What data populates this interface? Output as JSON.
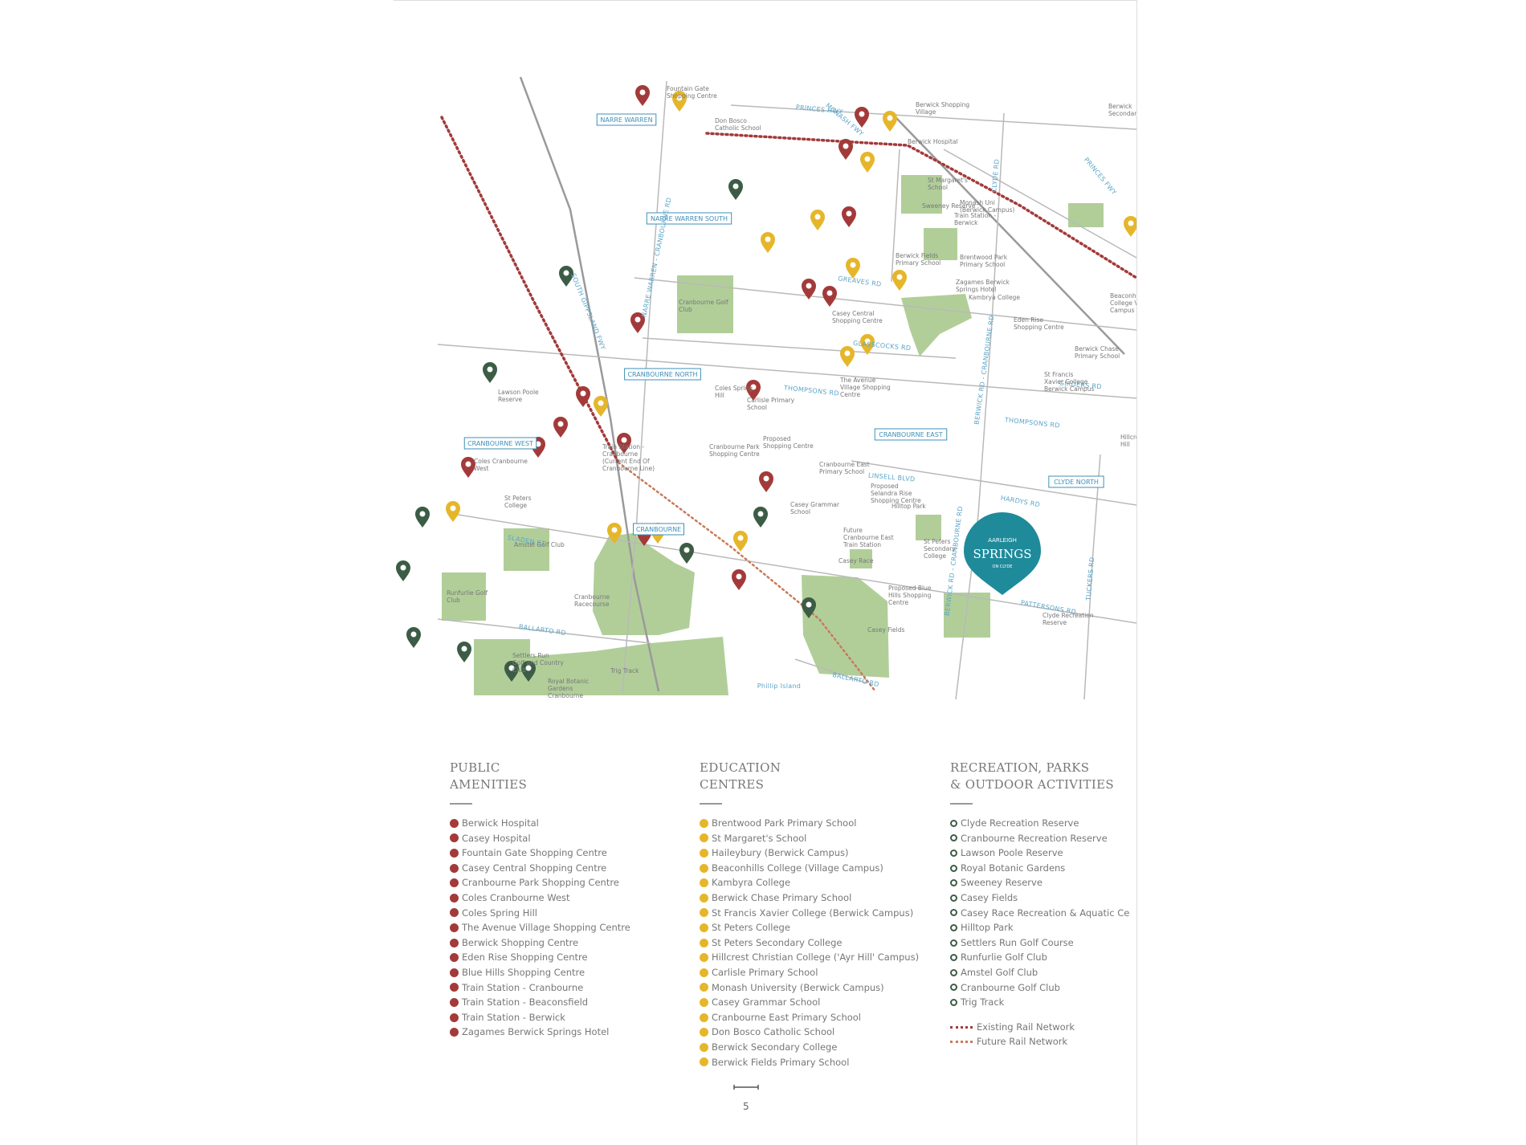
{
  "map": {
    "suburbs": [
      "NARRE WARREN",
      "NARRE WARREN SOUTH",
      "CRANBOURNE NORTH",
      "CRANBOURNE WEST",
      "CRANBOURNE",
      "CRANBOURNE EAST",
      "CLYDE NORTH"
    ],
    "roads": [
      "PRINCES HWY",
      "MONASH FWY",
      "PRINCES FWY",
      "GREAVES RD",
      "GLASSCOCKS RD",
      "THOMPSONS RD",
      "THOMPSONS RD",
      "SOUTH GIPPSLAND FWY",
      "NARRE WARREN - CRANBOURNE RD",
      "BERWICK RD - CRANBOURNE RD",
      "BERWICK RD - CRANBOURNE RD",
      "SLADEN ST",
      "BALLARTO RD",
      "BALLARTO RD",
      "LINSELL BLVD",
      "HARDYS RD",
      "PATTERSONS RD",
      "TUCKERS RD",
      "GIRDERS RD",
      "CLYDE RD",
      "Phillip Island"
    ],
    "labels": [
      "Fountain Gate Shopping Centre",
      "Don Bosco Catholic School",
      "Berwick Shopping Village",
      "Berwick Secondary",
      "Berwick Hospital",
      "St Margaret's School",
      "Sweeney Reserve",
      "Monash Uni (Berwick Campus)",
      "Train Station - Berwick",
      "Berwick Fields Primary School",
      "Brentwood Park Primary School",
      "Zagames Berwick Springs Hotel",
      "Kambrya College",
      "Beaconhills College Village Campus",
      "Cranbourne Golf Club",
      "Casey Central Shopping Centre",
      "Eden Rise Shopping Centre",
      "Berwick Chase Primary School",
      "St Francis Xavier College Berwick Campus",
      "The Avenue Village Shopping Centre",
      "Lawson Poole Reserve",
      "Coles Spring Hill",
      "Carlisle Primary School",
      "Cranbourne Park Shopping Centre",
      "Train Station - Cranbourne (Current End Of Cranbourne Line)",
      "Proposed Shopping Centre",
      "Cranbourne East Primary School",
      "Proposed Selandra Rise Shopping Centre",
      "Coles Cranbourne West",
      "St Peters College",
      "Casey Grammar School",
      "Hilltop Park",
      "Future Cranbourne East Train Station",
      "St Peters Secondary College",
      "Amstel Golf Club",
      "Casey Race",
      "Runfurlie Golf Club",
      "Cranbourne Racecourse",
      "Proposed Blue Hills Shopping Centre",
      "Clyde Recreation Reserve",
      "Casey Fields",
      "Settlers Run Golf and Country Club",
      "Royal Botanic Gardens Cranbourne",
      "Trig Track",
      "Hillcrest Ayr Hill"
    ],
    "badge": {
      "top": "AARLEIGH",
      "mid": "SPRINGS",
      "bot": "ON CLYDE"
    }
  },
  "legend": {
    "public": {
      "title": "PUBLIC\nAMENITIES",
      "items": [
        "Berwick Hospital",
        "Casey Hospital",
        "Fountain Gate Shopping Centre",
        "Casey Central Shopping Centre",
        "Cranbourne Park Shopping Centre",
        "Coles Cranbourne West",
        "Coles Spring Hill",
        "The Avenue Village Shopping Centre",
        "Berwick Shopping Centre",
        "Eden Rise Shopping Centre",
        "Blue Hills Shopping Centre",
        "Train Station - Cranbourne",
        "Train Station - Beaconsfield",
        "Train Station - Berwick",
        "Zagames Berwick Springs Hotel"
      ]
    },
    "education": {
      "title": "EDUCATION\nCENTRES",
      "items": [
        "Brentwood Park Primary School",
        "St Margaret's School",
        "Haileybury (Berwick Campus)",
        "Beaconhills College (Village Campus)",
        "Kambyra College",
        "Berwick Chase Primary School",
        "St Francis Xavier College (Berwick Campus)",
        "St Peters College",
        "St Peters Secondary College",
        "Hillcrest Christian College ('Ayr Hill' Campus)",
        "Carlisle Primary School",
        "Monash University (Berwick Campus)",
        "Casey Grammar School",
        "Cranbourne East Primary School",
        "Don Bosco Catholic School",
        "Berwick Secondary College",
        "Berwick Fields Primary School"
      ]
    },
    "recreation": {
      "title": "RECREATION, PARKS\n& OUTDOOR ACTIVITIES",
      "items": [
        "Clyde Recreation Reserve",
        "Cranbourne Recreation Reserve",
        "Lawson Poole Reserve",
        "Royal Botanic Gardens",
        "Sweeney Reserve",
        "Casey Fields",
        "Casey Race Recreation & Aquatic Ce",
        "Hilltop Park",
        "Settlers Run Golf Course",
        "Runfurlie Golf Club",
        "Amstel Golf Club",
        "Cranbourne Golf Club",
        "Trig Track"
      ],
      "rail": [
        "Existing Rail Network",
        "Future Rail Network"
      ]
    }
  },
  "page_number": "5",
  "colors": {
    "amenity": "#a33a3a",
    "education": "#e6b62a",
    "recreation": "#3c5c45",
    "park": "#a9c98e",
    "road": "#b4b4b4",
    "suburb": "#3f8fb8",
    "badge": "#1f8a9a"
  }
}
